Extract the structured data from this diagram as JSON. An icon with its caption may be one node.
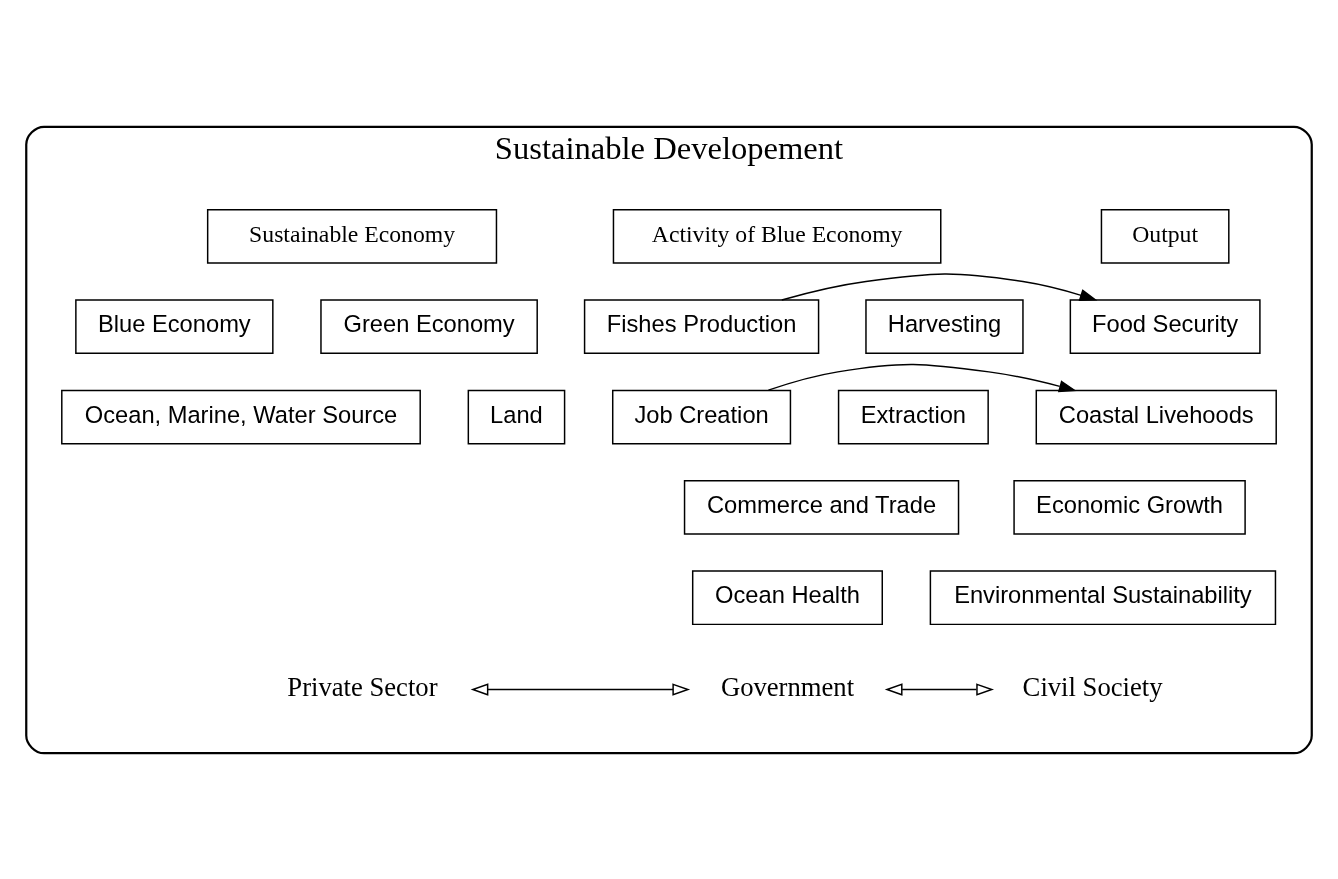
{
  "diagram": {
    "nodes": [
      {
        "text": [
          "Sustainable Developement"
        ]
      },
      {
        "text": [
          "Sustainable Economy"
        ],
        "in": 0
      },
      {
        "text": [
          "Activity of Blue Economy"
        ],
        "in": 0
      },
      {
        "text": [
          "Output"
        ],
        "in": 0
      },
      {
        "text": [
          "Green Economy"
        ],
        "in": 0
      },
      {
        "text": [
          "Blue Economy"
        ],
        "in": 0
      },
      {
        "text": [
          "Harvesting"
        ],
        "in": 0
      },
      {
        "text": [
          "Fishes Production"
        ],
        "in": 0
      },
      {
        "text": [
          "Food Security"
        ],
        "in": 0
      },
      {
        "text": [
          "Land"
        ],
        "in": 0
      },
      {
        "text": [
          "Ocean, Marine, Water Source"
        ],
        "in": 0
      },
      {
        "text": [
          "Extraction"
        ],
        "in": 0
      },
      {
        "text": [
          "Job Creation"
        ],
        "in": 0
      },
      {
        "text": [
          "Coastal Livehoods"
        ],
        "in": 0
      },
      {
        "text": [
          "Commerce and Trade"
        ],
        "in": 0
      },
      {
        "text": [
          "Economic Growth"
        ],
        "in": 0
      },
      {
        "text": [
          "Ocean Health"
        ],
        "in": 0
      },
      {
        "text": [
          "Environmental Sustainability"
        ],
        "in": 0
      },
      {
        "text": [
          "Private Sector"
        ],
        "in": 0
      },
      {
        "text": [
          "Government"
        ],
        "in": 0
      },
      {
        "text": [
          "Civil Society"
        ],
        "in": 0
      }
    ],
    "edges": [
      {
        "from": 7,
        "to": 8,
        "arrow": "to"
      },
      {
        "from": 12,
        "to": 13,
        "arrow": "to"
      },
      {
        "from": 18,
        "to": 19,
        "arrow": "both"
      },
      {
        "from": 19,
        "to": 20,
        "arrow": "both"
      }
    ]
  }
}
